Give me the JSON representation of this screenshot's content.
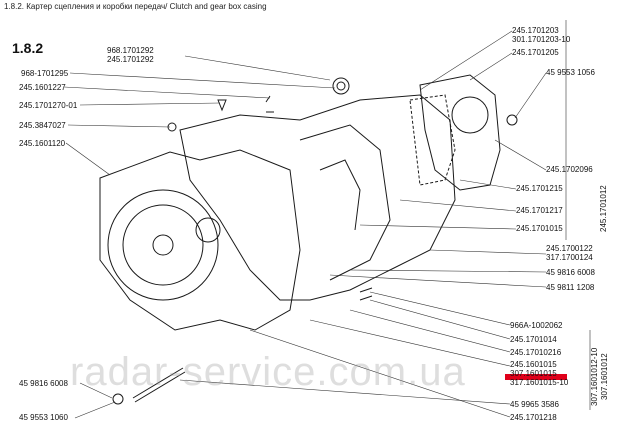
{
  "header": {
    "title": "1.8.2. Картер сцепления и коробки передач/ Clutch and gear box casing"
  },
  "section_number": "1.8.2",
  "left_labels": {
    "l1": [
      "968.1701292",
      "245.1701292"
    ],
    "l2": "968-1701295",
    "l3": "245.1601227",
    "l4": "245.1701270-01",
    "l5": "245.3847027",
    "l6": "245.1601120",
    "l7": "45 9816 6008",
    "l8": "45 9553 1060"
  },
  "right_labels": {
    "r1": [
      "245.1701203",
      "301.1701203-10"
    ],
    "r2": "245.1701205",
    "r3": "45 9553 1056",
    "r4": "245.1702096",
    "r5": "245.1701215",
    "r6": "245.1701217",
    "r7": "245.1701015",
    "r8": [
      "245.1700122",
      "317.1700124"
    ],
    "r9": "45 9816 6008",
    "r10": "45 9811 1208",
    "r11": "966A-1002062",
    "r12": "245.1701014",
    "r13": "245.17010216",
    "r14": [
      "245.1601015",
      "307.1601015",
      "317.1601015-10"
    ],
    "r15": "45 9965 3586",
    "r16": "245.1701218"
  },
  "vertical_labels": {
    "v1": "245.1701012",
    "v2": [
      "307.1601012-10",
      "307.1601012"
    ]
  },
  "watermark": "radar-service.com.ua",
  "colors": {
    "highlight": "#e0001a",
    "line": "#1a1a1a"
  }
}
